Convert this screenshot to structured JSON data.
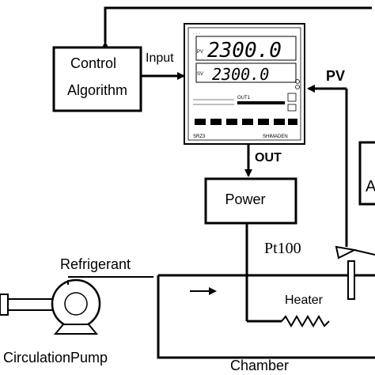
{
  "blocks": {
    "control_line1": "Control",
    "control_line2": "Algorithm",
    "power": "Power",
    "right_box_partial": "A"
  },
  "signals": {
    "input": "Input",
    "out": "OUT",
    "pv": "PV"
  },
  "controller": {
    "pv_display": "2300.0",
    "sv_display": "2300.0",
    "pv_tag": "PV",
    "sv_tag": "SV",
    "out_tag": "OUT1",
    "model": "SRZ3",
    "brand": "SHIMADEN"
  },
  "equipment": {
    "sensor": "Pt100",
    "refrigerant": "Refrigerant",
    "heater": "Heater",
    "pump": "CirculationPump",
    "chamber": "Chamber"
  }
}
